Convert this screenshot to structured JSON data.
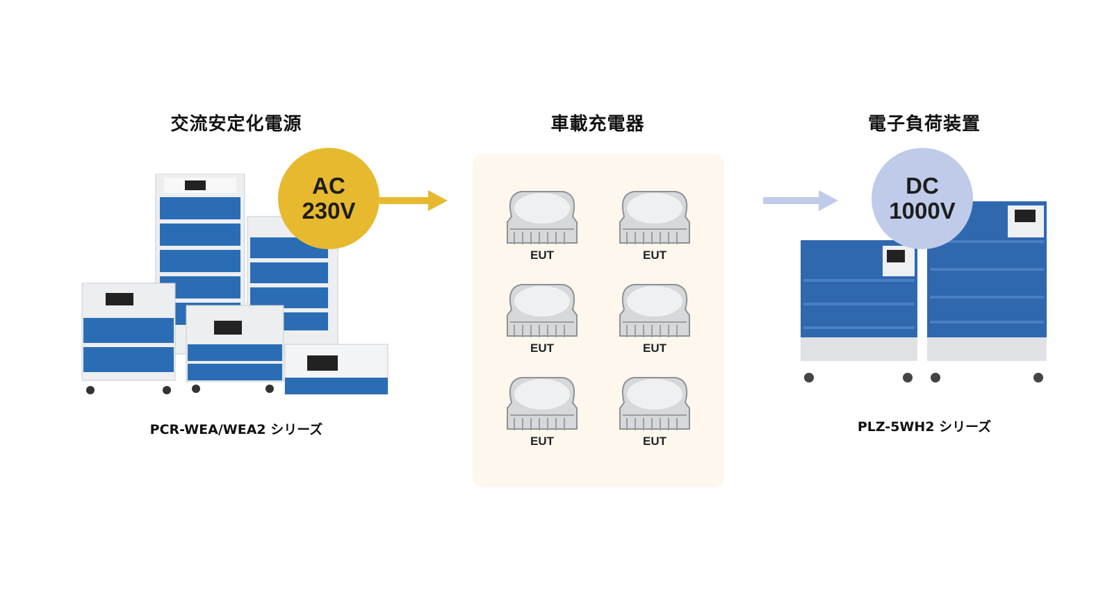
{
  "sections": {
    "source": {
      "title": "交流安定化電源",
      "caption": "PCR-WEA/WEA2 シリーズ"
    },
    "charger": {
      "title": "車載充電器"
    },
    "load": {
      "title": "電子負荷装置",
      "caption": "PLZ-5WH2 シリーズ"
    }
  },
  "badges": {
    "ac": {
      "line1": "AC",
      "line2": "230V",
      "color": "#e6b92f"
    },
    "dc": {
      "line1": "DC",
      "line2": "1000V",
      "color": "#bfcbe9"
    }
  },
  "arrows": {
    "ac_color": "#e6b92f",
    "dc_color": "#bfcbe9"
  },
  "eut_units": [
    "EUT",
    "EUT",
    "EUT",
    "EUT",
    "EUT",
    "EUT"
  ],
  "colors": {
    "panel_bg": "#fdf7ee",
    "device_blue": "#2a6db5",
    "device_white": "#eef0f2"
  }
}
